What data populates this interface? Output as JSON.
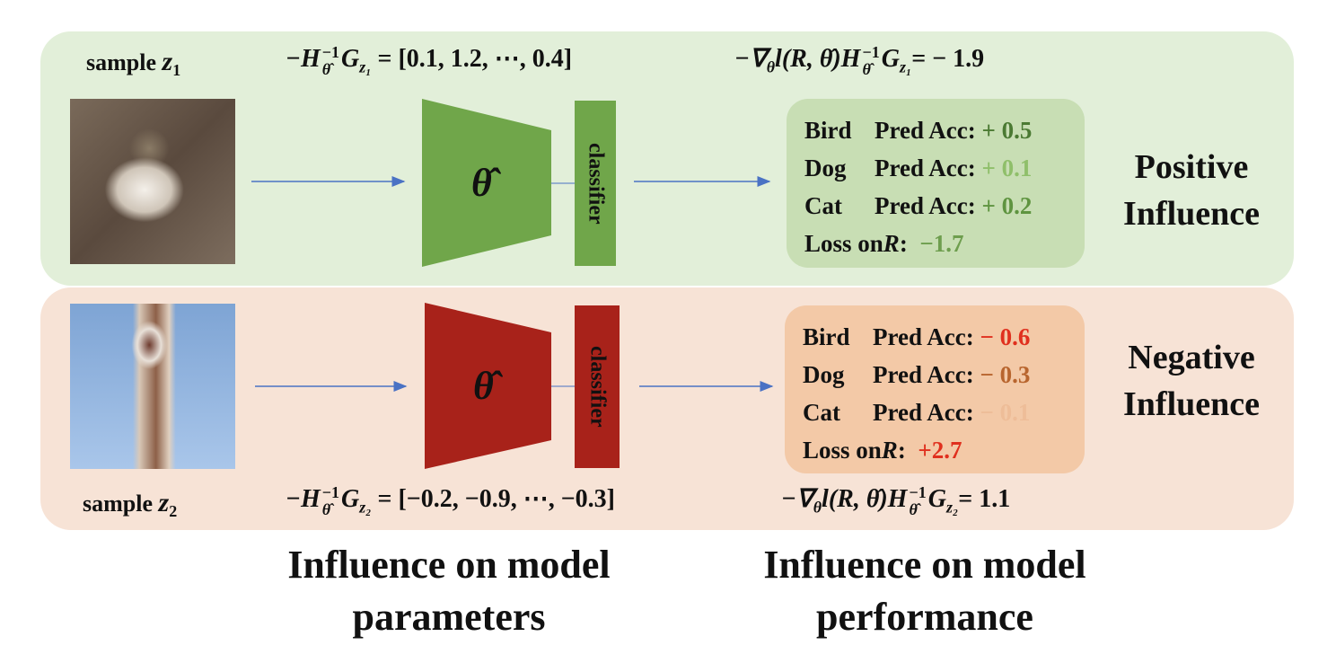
{
  "positive": {
    "sample_label": "sample ",
    "sample_var": "z",
    "sample_sub": "1",
    "param_formula": {
      "prefix": "−H",
      "sup": "−1",
      "sub": "θ̂",
      "g": "G",
      "gsub": "z₁",
      "value": " = [0.1, 1.2, ⋯, 0.4]"
    },
    "perf_formula": {
      "prefix": "−∇",
      "psub": "θ",
      "mid": "l(R, θ̂)H",
      "sup": "−1",
      "sub": "θ̂",
      "g": "G",
      "gsub": "z₁",
      "value": "= − 1.9"
    },
    "theta": "θ̂",
    "classifier": "classifier",
    "rows": [
      {
        "cls": "Bird",
        "label": "Pred Acc:",
        "value": "+ 0.5",
        "color": "#4b7a33"
      },
      {
        "cls": "Dog",
        "label": "Pred Acc:",
        "value": "+ 0.1",
        "color": "#8fbf6a"
      },
      {
        "cls": "Cat",
        "label": "Pred Acc:",
        "value": "+ 0.2",
        "color": "#5f9440"
      }
    ],
    "loss_label": "Loss on ",
    "loss_var": "R",
    "loss_colon": ":",
    "loss_value": "−1.7",
    "loss_color": "#6e9e4e",
    "side_label": [
      "Positive",
      "Influence"
    ]
  },
  "negative": {
    "sample_label": "sample ",
    "sample_var": "z",
    "sample_sub": "2",
    "param_formula": {
      "prefix": "−H",
      "sup": "−1",
      "sub": "θ̂",
      "g": "G",
      "gsub": "z₂",
      "value": " = [−0.2, −0.9, ⋯, −0.3]"
    },
    "perf_formula": {
      "prefix": "−∇",
      "psub": "θ",
      "mid": "l(R, θ̂)H",
      "sup": "−1",
      "sub": "θ̂",
      "g": "G",
      "gsub": "z₂",
      "value": "= 1.1"
    },
    "theta": "θ̂",
    "classifier": "classifier",
    "rows": [
      {
        "cls": "Bird",
        "label": "Pred Acc:",
        "value": "− 0.6",
        "color": "#e0301e"
      },
      {
        "cls": "Dog",
        "label": "Pred Acc:",
        "value": "− 0.3",
        "color": "#b8652e"
      },
      {
        "cls": "Cat",
        "label": "Pred Acc:",
        "value": "− 0.1",
        "color": "#eebd98"
      }
    ],
    "loss_label": "Loss on ",
    "loss_var": "R",
    "loss_colon": ":",
    "loss_value": "+2.7",
    "loss_color": "#e0301e",
    "side_label": [
      "Negative",
      "Influence"
    ]
  },
  "captions": {
    "params": [
      "Influence on model",
      "parameters"
    ],
    "perf": [
      "Influence on model",
      "performance"
    ]
  }
}
